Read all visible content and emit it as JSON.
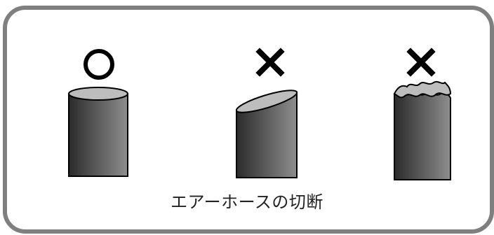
{
  "diagram": {
    "caption": "エアーホースの切断",
    "cuts": [
      {
        "marker": "○",
        "marker_icon": "circle-ok-icon",
        "result": "correct",
        "cut": "straight"
      },
      {
        "marker": "×",
        "marker_icon": "cross-ng-icon",
        "result": "incorrect",
        "cut": "diagonal"
      },
      {
        "marker": "×",
        "marker_icon": "cross-ng-icon",
        "result": "incorrect",
        "cut": "ragged"
      }
    ],
    "colors": {
      "frame": "#7f7f7f",
      "hose_dark": "#2b2b2b",
      "hose_light": "#8e8e8e",
      "hose_end": "#bdbdbd",
      "marker": "#000000"
    }
  }
}
